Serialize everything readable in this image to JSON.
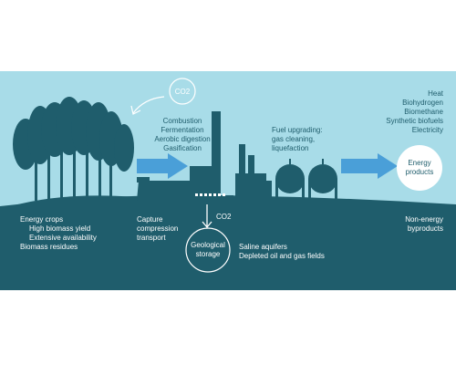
{
  "co2_top": "CO2",
  "co2_capture": "CO2",
  "conversion_processes": [
    "Combustion",
    "Fermentation",
    "Aerobic digestion",
    "Gasification"
  ],
  "fuel_upgrading": [
    "Fuel upgrading:",
    "gas cleaning,",
    "liquefaction"
  ],
  "products": [
    "Heat",
    "Biohydrogen",
    "Biomethane",
    "Synthetic biofuels",
    "Electricity"
  ],
  "energy_products": [
    "Energy",
    "products"
  ],
  "biomass": {
    "heading": "Energy crops",
    "items": [
      "High biomass yield",
      "Extensive availability"
    ],
    "footer": "Biomass residues"
  },
  "capture": [
    "Capture",
    "compression",
    "transport"
  ],
  "geological_storage": [
    "Geological",
    "storage"
  ],
  "storage_sites": [
    "Saline aquifers",
    "Depleted oil and gas fields"
  ],
  "non_energy": [
    "Non-energy",
    "byproducts"
  ],
  "colors": {
    "sky": "#a8dce8",
    "ground": "#1f5d6c",
    "silhouette": "#1f5d6c",
    "arrow": "#4a9fd8",
    "circle": "#ffffff"
  }
}
